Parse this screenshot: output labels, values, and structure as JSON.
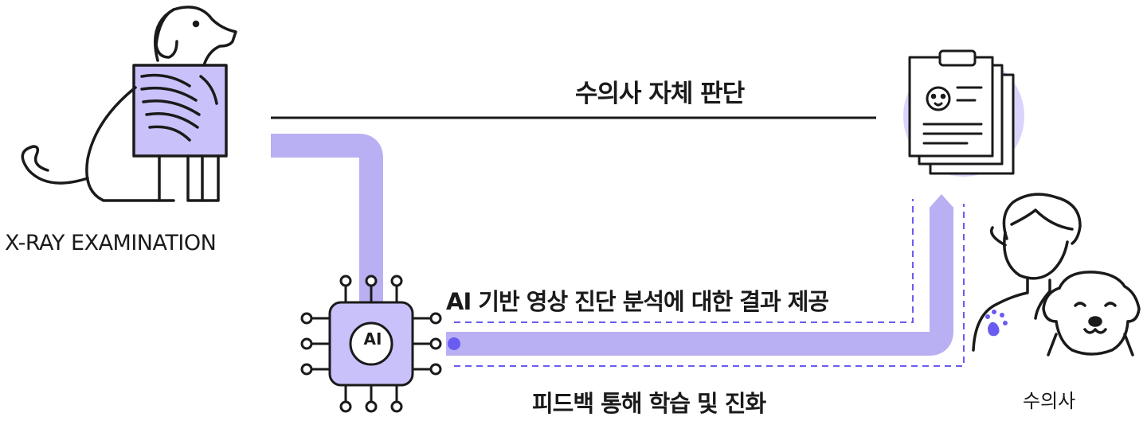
{
  "labels": {
    "xray": "X-RAY EXAMINATION",
    "vet_judgment": "수의사 자체 판단",
    "ai_result": "AI 기반 영상 진단 분석에 대한 결과 제공",
    "feedback": "피드백 통해 학습 및 진화",
    "vet": "수의사",
    "ai_chip": "AI"
  },
  "icons": [
    "dog-xray-icon",
    "clipboard-report-icon",
    "ai-chip-icon",
    "vet-with-dog-icon"
  ],
  "colors": {
    "accent_light": "#b9b0f3",
    "accent_fill": "#c9c1fa",
    "accent_dash": "#6a5cf0",
    "accent_dot": "#6a5cf0",
    "ink": "#1a1a1a",
    "clipboard_bg": "#d9d4fb"
  }
}
